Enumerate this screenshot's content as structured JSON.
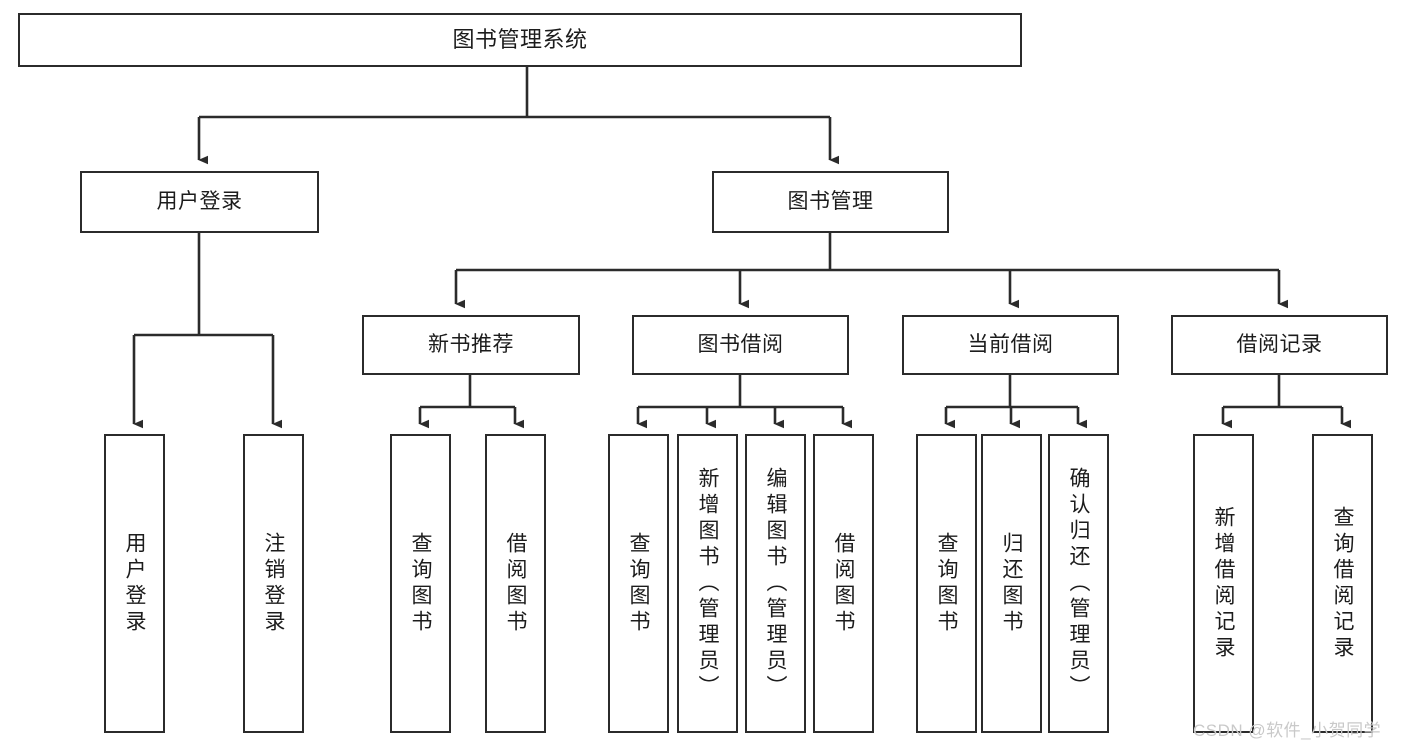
{
  "diagram": {
    "type": "tree-hierarchy-chart",
    "title": "图书管理系统",
    "line_color": "#2b2b2b",
    "box_fill": "#ffffff",
    "text_color": "#1c1c1c",
    "watermark": "CSDN @软件_小贺同学",
    "watermark_color": "#c9c9c9",
    "root": {
      "label": "图书管理系统",
      "orientation": "horizontal"
    },
    "level2": [
      {
        "label": "用户登录",
        "orientation": "horizontal"
      },
      {
        "label": "图书管理",
        "orientation": "horizontal"
      }
    ],
    "level3": [
      {
        "label": "新书推荐",
        "orientation": "horizontal"
      },
      {
        "label": "图书借阅",
        "orientation": "horizontal"
      },
      {
        "label": "当前借阅",
        "orientation": "horizontal"
      },
      {
        "label": "借阅记录",
        "orientation": "horizontal"
      }
    ],
    "leaves": {
      "user_login": [
        {
          "label": "用户登录",
          "orientation": "vertical"
        },
        {
          "label": "注销登录",
          "orientation": "vertical"
        }
      ],
      "new_book": [
        {
          "label": "查询图书",
          "orientation": "vertical"
        },
        {
          "label": "借阅图书",
          "orientation": "vertical"
        }
      ],
      "borrow_book": [
        {
          "label": "查询图书",
          "orientation": "vertical"
        },
        {
          "label": "新增图书（管理员）",
          "orientation": "vertical"
        },
        {
          "label": "编辑图书（管理员）",
          "orientation": "vertical"
        },
        {
          "label": "借阅图书",
          "orientation": "vertical"
        }
      ],
      "current_borrow": [
        {
          "label": "查询图书",
          "orientation": "vertical"
        },
        {
          "label": "归还图书",
          "orientation": "vertical"
        },
        {
          "label": "确认归还（管理员）",
          "orientation": "vertical"
        }
      ],
      "borrow_record": [
        {
          "label": "新增借阅记录",
          "orientation": "vertical"
        },
        {
          "label": "查询借阅记录",
          "orientation": "vertical"
        }
      ]
    }
  }
}
